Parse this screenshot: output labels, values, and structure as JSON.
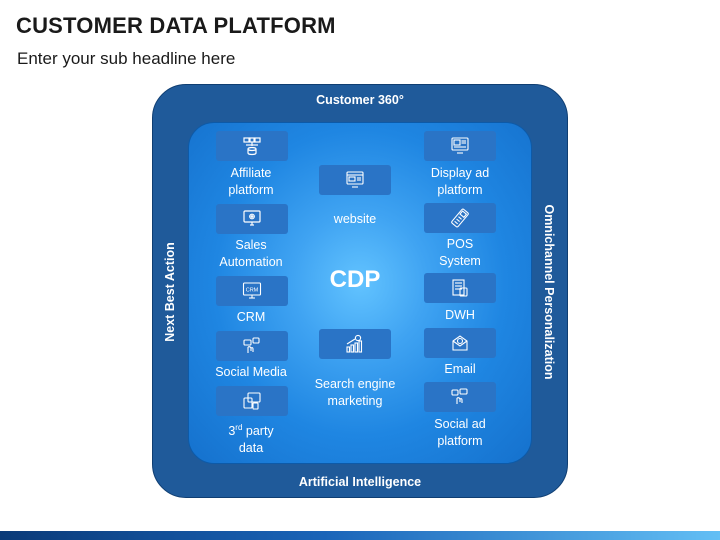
{
  "header": {
    "title": "CUSTOMER DATA PLATFORM",
    "subtitle": "Enter your sub headline here"
  },
  "frame": {
    "top": "Customer 360°",
    "bottom": "Artificial Intelligence",
    "left": "Next Best Action",
    "right": "Omnichannel Personalization"
  },
  "center": {
    "label": "CDP"
  },
  "items": {
    "affiliate": {
      "l1": "Affiliate",
      "l2": "platform",
      "icon": "network-icon"
    },
    "sales": {
      "l1": "Sales",
      "l2": "Automation",
      "icon": "gear-monitor-icon"
    },
    "crm": {
      "l1": "CRM",
      "icon": "crm-icon",
      "icon_text": "CRM"
    },
    "social_media": {
      "l1": "Social Media",
      "icon": "social-media-icon"
    },
    "third_party": {
      "sup_pre": "3",
      "sup": "rd",
      "sup_post": " party",
      "l2": "data",
      "icon": "devices-icon"
    },
    "website": {
      "l1": "website",
      "icon": "website-icon"
    },
    "sem": {
      "l1": "Search engine",
      "l2": "marketing",
      "icon": "growth-chart-icon"
    },
    "display": {
      "l1": "Display ad",
      "l2": "platform",
      "icon": "display-ad-icon"
    },
    "pos": {
      "l1": "POS",
      "l2": "System",
      "icon": "pos-terminal-icon"
    },
    "dwh": {
      "l1": "DWH",
      "icon": "data-warehouse-icon"
    },
    "email": {
      "l1": "Email",
      "icon": "email-icon"
    },
    "social_ad": {
      "l1": "Social ad",
      "l2": "platform",
      "icon": "social-ad-icon"
    }
  },
  "colors": {
    "outer": "#1f5a9a",
    "inner": "#2a8ae6",
    "icon_box": "#2a74c6"
  }
}
